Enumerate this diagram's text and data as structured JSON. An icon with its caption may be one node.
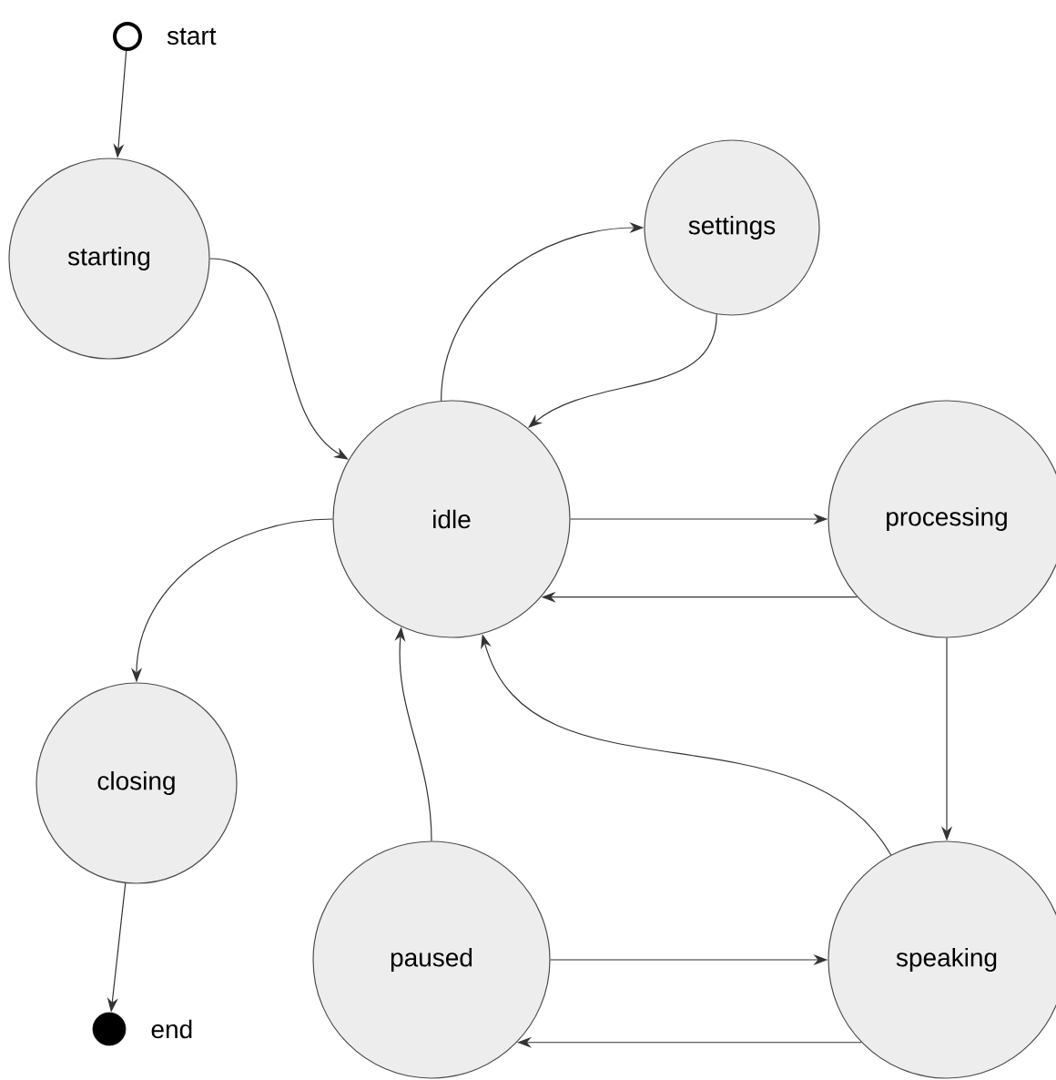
{
  "diagram": {
    "nodes": [
      {
        "text": [],
        "shape": "circle",
        "beside": [
          "start"
        ]
      },
      {
        "text": [
          "starting"
        ]
      },
      {
        "text": [
          "settings"
        ]
      },
      {
        "text": [
          "idle"
        ]
      },
      {
        "text": [
          "processing"
        ]
      },
      {
        "text": [
          "closing"
        ]
      },
      {
        "text": [
          "paused"
        ]
      },
      {
        "text": [
          "speaking"
        ]
      },
      {
        "text": [],
        "shape": "circle",
        "beside": [
          "end"
        ]
      }
    ],
    "edges": [
      {
        "from": 0,
        "to": 1,
        "arrow": "to"
      },
      {
        "from": 1,
        "to": 3,
        "arrow": "to"
      },
      {
        "from": 3,
        "to": 2,
        "arrow": "to"
      },
      {
        "from": 2,
        "to": 3,
        "arrow": "to"
      },
      {
        "from": 3,
        "to": 4,
        "arrow": "to"
      },
      {
        "from": 4,
        "to": 3,
        "arrow": "to"
      },
      {
        "from": 3,
        "to": 5,
        "arrow": "to"
      },
      {
        "from": 4,
        "to": 7,
        "arrow": "to"
      },
      {
        "from": 7,
        "to": 3,
        "arrow": "to"
      },
      {
        "from": 6,
        "to": 3,
        "arrow": "to"
      },
      {
        "from": 6,
        "to": 7,
        "arrow": "to"
      },
      {
        "from": 7,
        "to": 6,
        "arrow": "to"
      },
      {
        "from": 5,
        "to": 8,
        "arrow": "to"
      }
    ]
  }
}
